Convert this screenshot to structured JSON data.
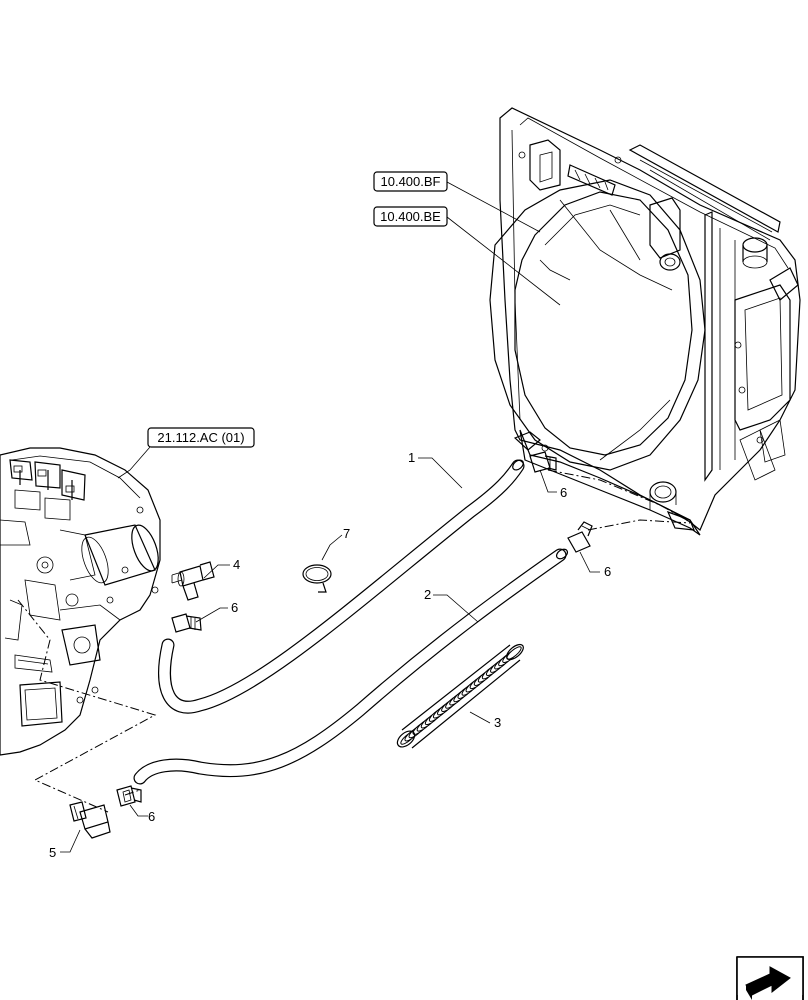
{
  "references": {
    "radiator_bf": "10.400.BF",
    "radiator_be": "10.400.BE",
    "transmission": "21.112.AC (01)"
  },
  "callouts": {
    "hose_1": "1",
    "hose_2": "2",
    "sleeve_3": "3",
    "tee_4": "4",
    "elbow_5": "5",
    "fitting_6a": "6",
    "fitting_6b": "6",
    "fitting_6c": "6",
    "fitting_6d": "6",
    "clamp_7": "7"
  },
  "icons": {
    "navigation": "next-page-arrow-icon"
  }
}
